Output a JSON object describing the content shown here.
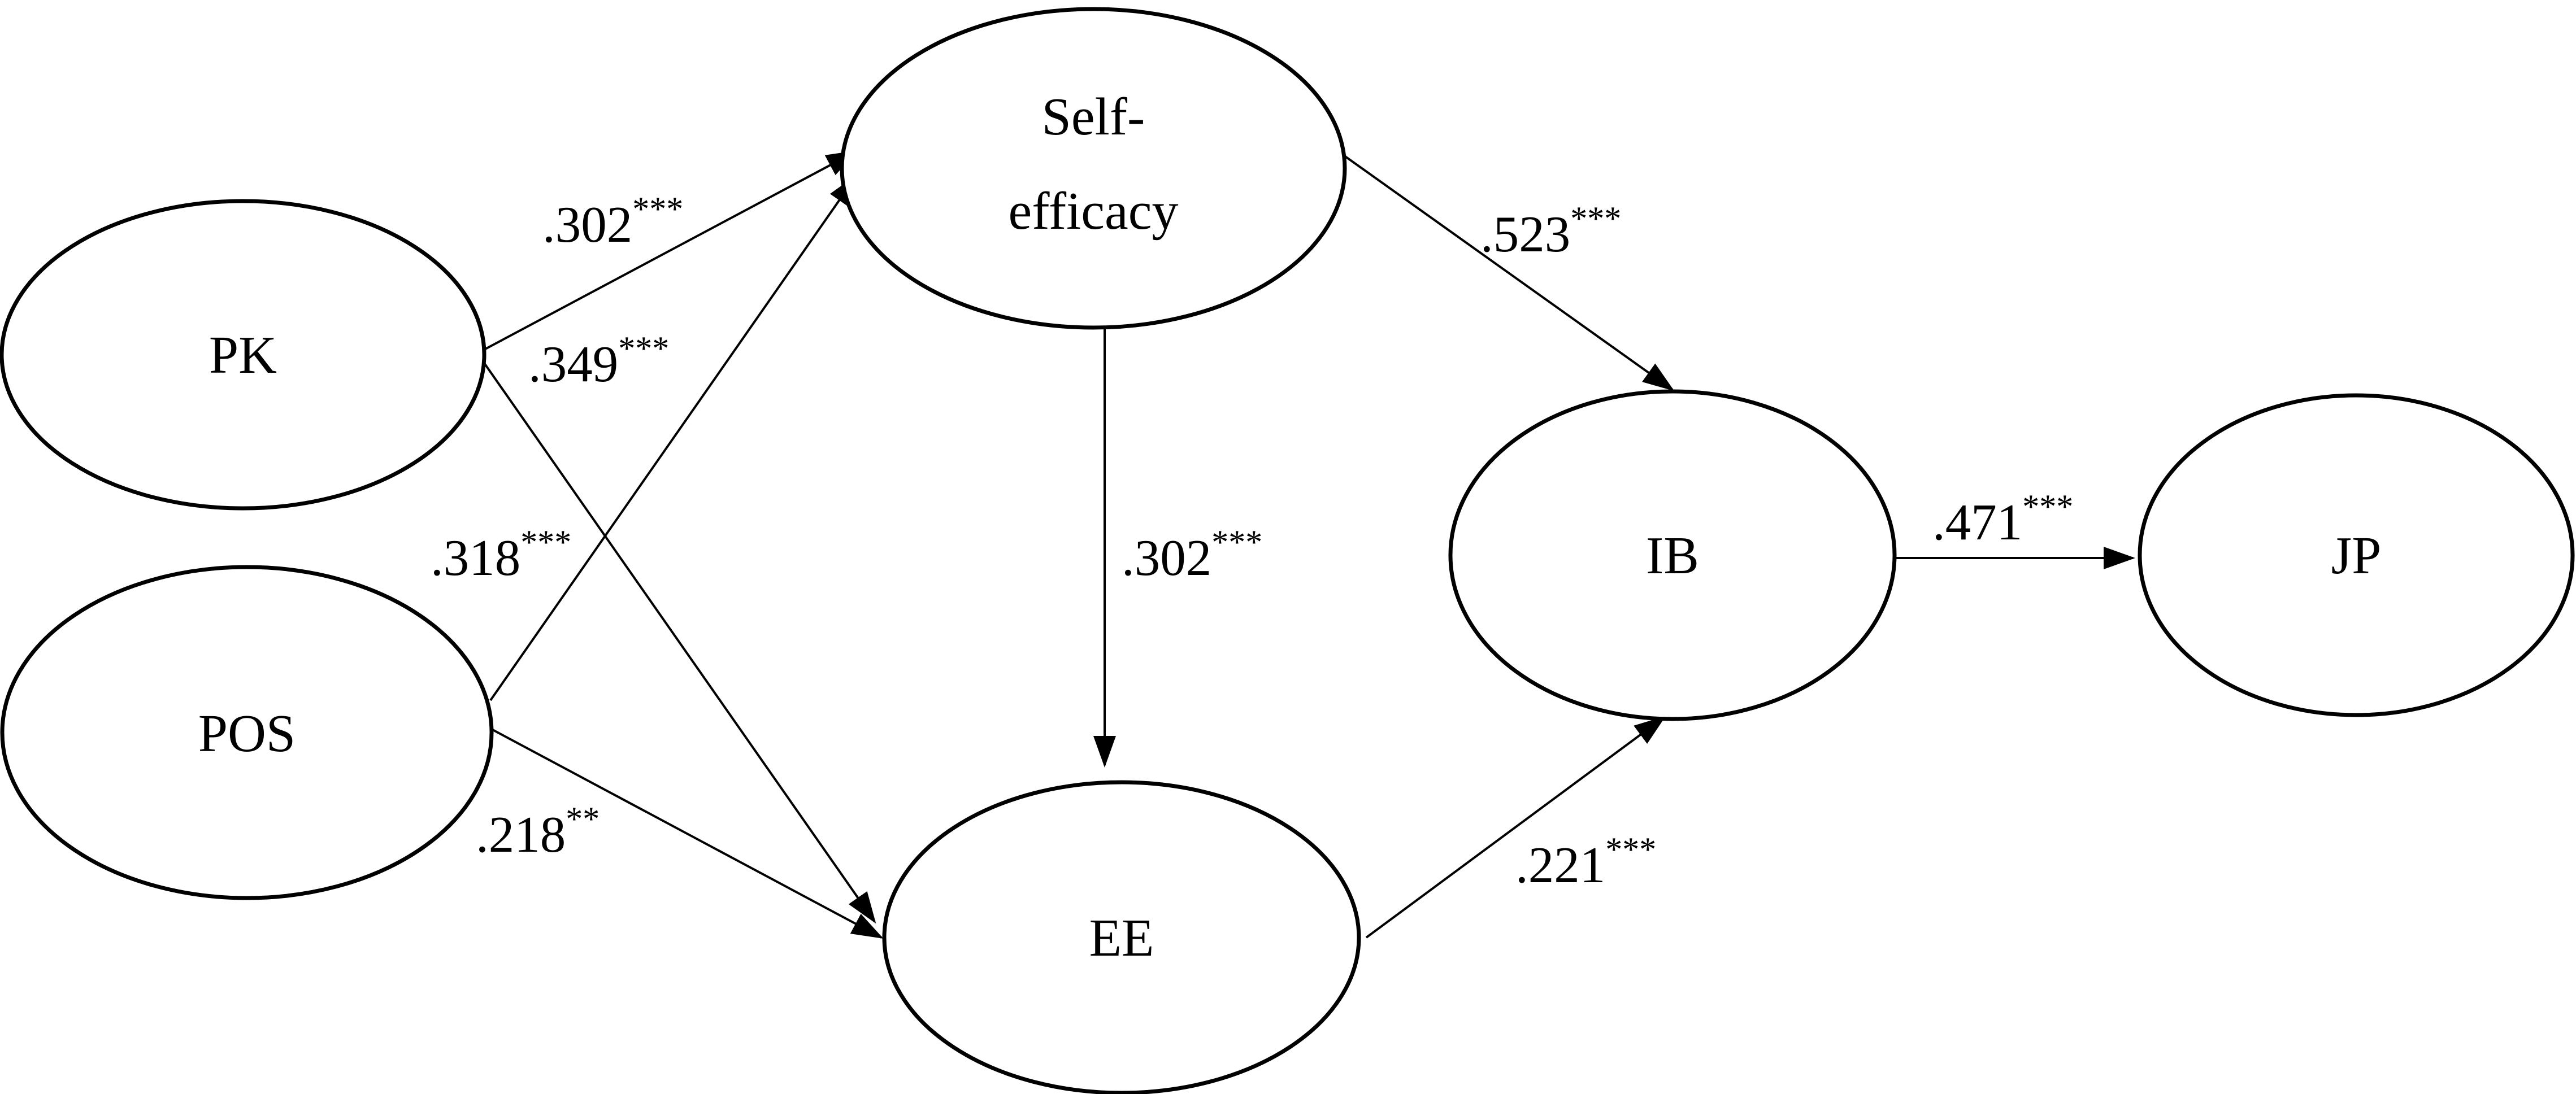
{
  "nodes": {
    "pk": {
      "label": "PK"
    },
    "pos": {
      "label": "POS"
    },
    "self_efficacy": {
      "label_line1": "Self-",
      "label_line2": "efficacy"
    },
    "ee": {
      "label": "EE"
    },
    "ib": {
      "label": "IB"
    },
    "jp": {
      "label": "JP"
    }
  },
  "paths": {
    "pk_self_efficacy": {
      "coef": ".302",
      "sig": "***"
    },
    "pk_ee": {
      "coef": ".349",
      "sig": "***"
    },
    "pos_self_efficacy": {
      "coef": ".318",
      "sig": "***"
    },
    "pos_ee": {
      "coef": ".218",
      "sig": "**"
    },
    "self_efficacy_ee": {
      "coef": ".302",
      "sig": "***"
    },
    "self_efficacy_ib": {
      "coef": ".523",
      "sig": "***"
    },
    "ee_ib": {
      "coef": ".221",
      "sig": "***"
    },
    "ib_jp": {
      "coef": ".471",
      "sig": "***"
    }
  }
}
